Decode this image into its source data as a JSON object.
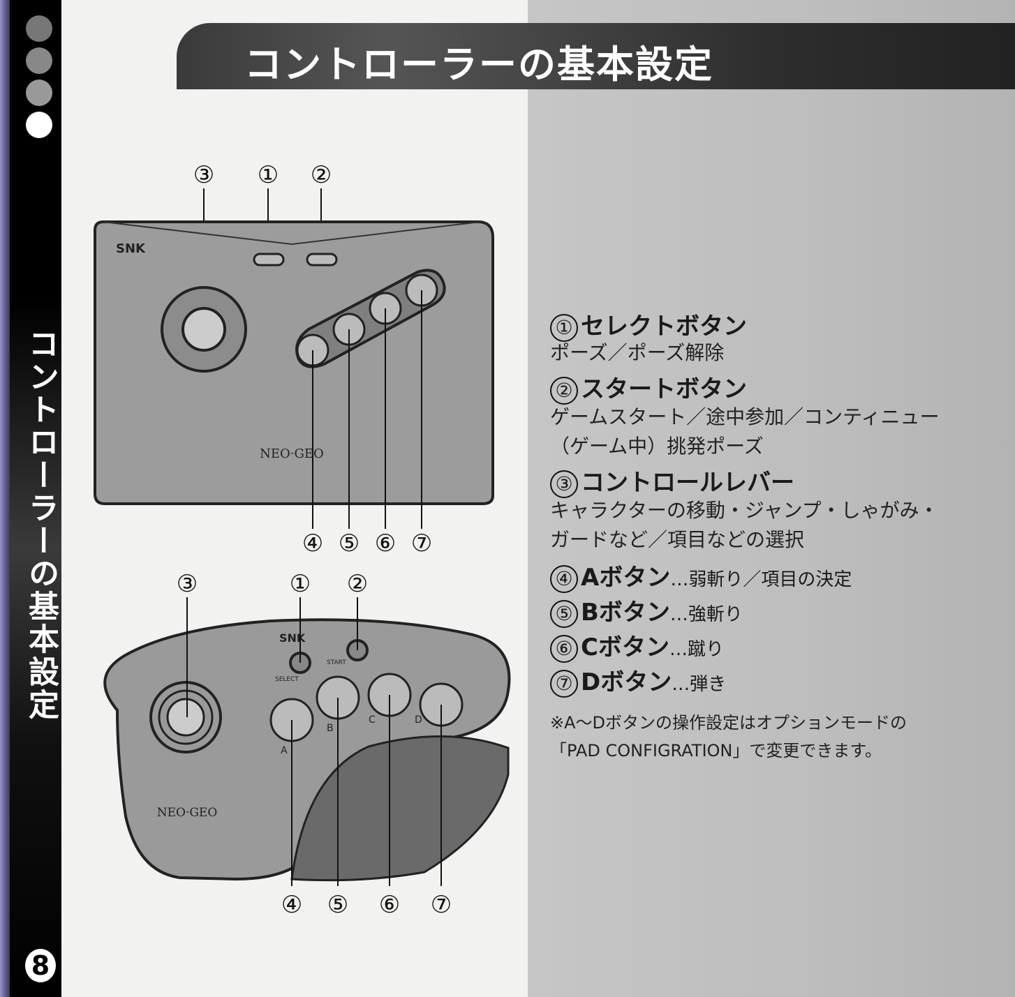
{
  "page": {
    "title": "コントローラーの基本設定",
    "side_title": "コントローラーの基本設定",
    "page_number": "8"
  },
  "diagram": {
    "callouts": [
      "③",
      "①",
      "②",
      "④",
      "⑤",
      "⑥",
      "⑦"
    ],
    "brand": "SNK",
    "logo": "NEO·GEO",
    "pad_labels": {
      "select": "SELECT",
      "start": "START",
      "a": "A",
      "b": "B",
      "c": "C",
      "d": "D"
    }
  },
  "descriptions": [
    {
      "num": "①",
      "head": "セレクトボタン",
      "body": [
        "ポーズ／ポーズ解除"
      ]
    },
    {
      "num": "②",
      "head": "スタートボタン",
      "body": [
        "ゲームスタート／途中参加／コンティニュー",
        "（ゲーム中）挑発ポーズ"
      ]
    },
    {
      "num": "③",
      "head": "コントロールレバー",
      "body": [
        "キャラクターの移動・ジャンプ・しゃがみ・",
        "ガードなど／項目などの選択"
      ]
    },
    {
      "num": "④",
      "head": "Aボタン",
      "sub": "…弱斬り／項目の決定"
    },
    {
      "num": "⑤",
      "head": "Bボタン",
      "sub": "…強斬り"
    },
    {
      "num": "⑥",
      "head": "Cボタン",
      "sub": "…蹴り"
    },
    {
      "num": "⑦",
      "head": "Dボタン",
      "sub": "…弾き"
    }
  ],
  "note": [
    "※A～Dボタンの操作設定はオプションモードの",
    "「PAD CONFIGRATION」で変更できます。"
  ],
  "colors": {
    "strip": "#000000",
    "title_bar": "#333333",
    "right_panel": "#bfbfbf",
    "device": "#9a9a9a"
  }
}
